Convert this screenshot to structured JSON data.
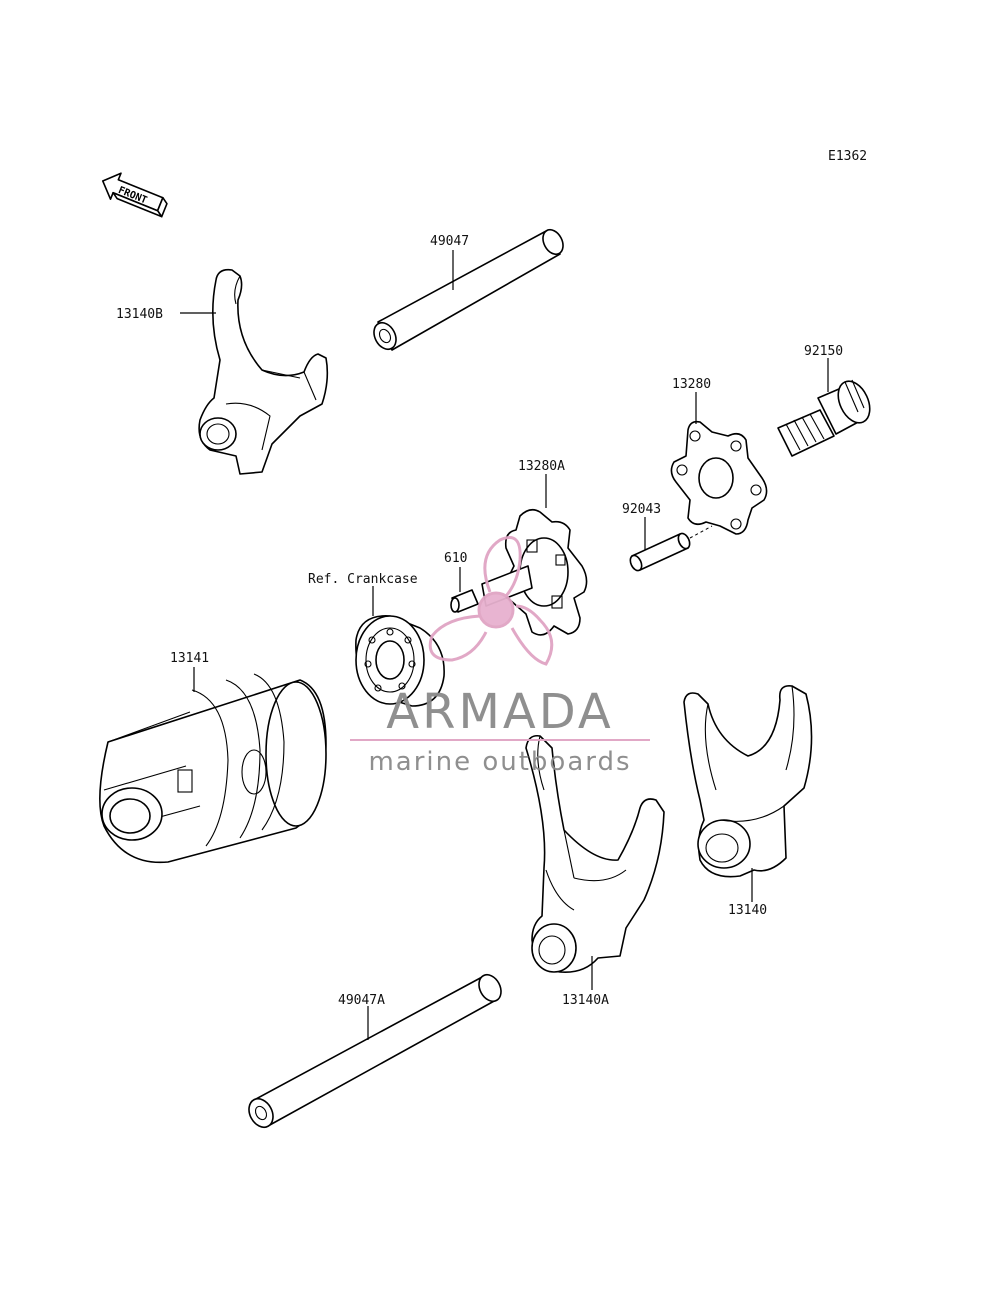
{
  "diagram": {
    "diagram_code": "E1362",
    "front_label": "FRONT",
    "labels": {
      "fork_b": "13140B",
      "shaft_upper": "49047",
      "bolt": "92150",
      "plate": "13280",
      "drum_gear": "13280A",
      "pin_long": "92043",
      "pin_small": "610",
      "bearing": "Ref. Crankcase",
      "drum": "13141",
      "fork": "13140",
      "fork_a": "13140A",
      "shaft_lower": "49047A"
    }
  },
  "watermark": {
    "brand": "ARMADA",
    "tagline": "marine outboards",
    "colors": {
      "pink": "#e0a4c4",
      "gray": "#8a8a8a"
    }
  }
}
